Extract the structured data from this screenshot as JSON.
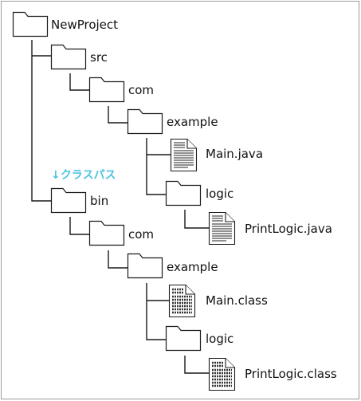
{
  "tree": {
    "root": {
      "label": "NewProject",
      "icon": "folder-icon"
    },
    "src": {
      "label": "src",
      "icon": "folder-icon"
    },
    "src_com": {
      "label": "com",
      "icon": "folder-icon"
    },
    "src_example": {
      "label": "example",
      "icon": "folder-icon"
    },
    "src_main": {
      "label": "Main.java",
      "icon": "text-file-icon"
    },
    "src_logic": {
      "label": "logic",
      "icon": "folder-icon"
    },
    "src_printlogic": {
      "label": "PrintLogic.java",
      "icon": "text-file-icon"
    },
    "bin": {
      "label": "bin",
      "icon": "folder-icon"
    },
    "bin_com": {
      "label": "com",
      "icon": "folder-icon"
    },
    "bin_example": {
      "label": "example",
      "icon": "folder-icon"
    },
    "bin_main": {
      "label": "Main.class",
      "icon": "binary-file-icon"
    },
    "bin_logic": {
      "label": "logic",
      "icon": "folder-icon"
    },
    "bin_printlogic": {
      "label": "PrintLogic.class",
      "icon": "binary-file-icon"
    }
  },
  "classpath_note": {
    "label": "↓クラスパス",
    "color": "#4fc3e0"
  },
  "colors": {
    "line": "#1a1a1a",
    "border": "#9a9a9a",
    "note": "#4fc3e0"
  }
}
